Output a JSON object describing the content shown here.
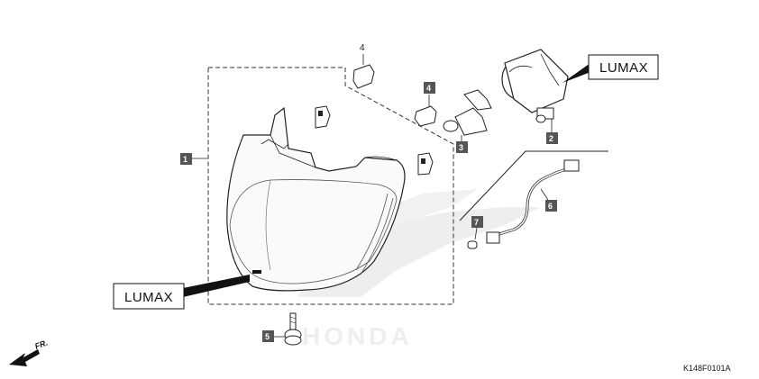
{
  "diagram": {
    "brand_label_top": "LUMAX",
    "brand_label_bottom": "LUMAX",
    "part_numbers": {
      "headlight_unit": "1",
      "bulb_socket": "2",
      "bulb": "3",
      "clip_top": "4",
      "clip_boxed": "4",
      "screw": "5",
      "position_socket": "6",
      "position_bulb": "7"
    },
    "direction_label": "FR.",
    "watermark": "HONDA",
    "drawing_code": "K148F0101A"
  }
}
